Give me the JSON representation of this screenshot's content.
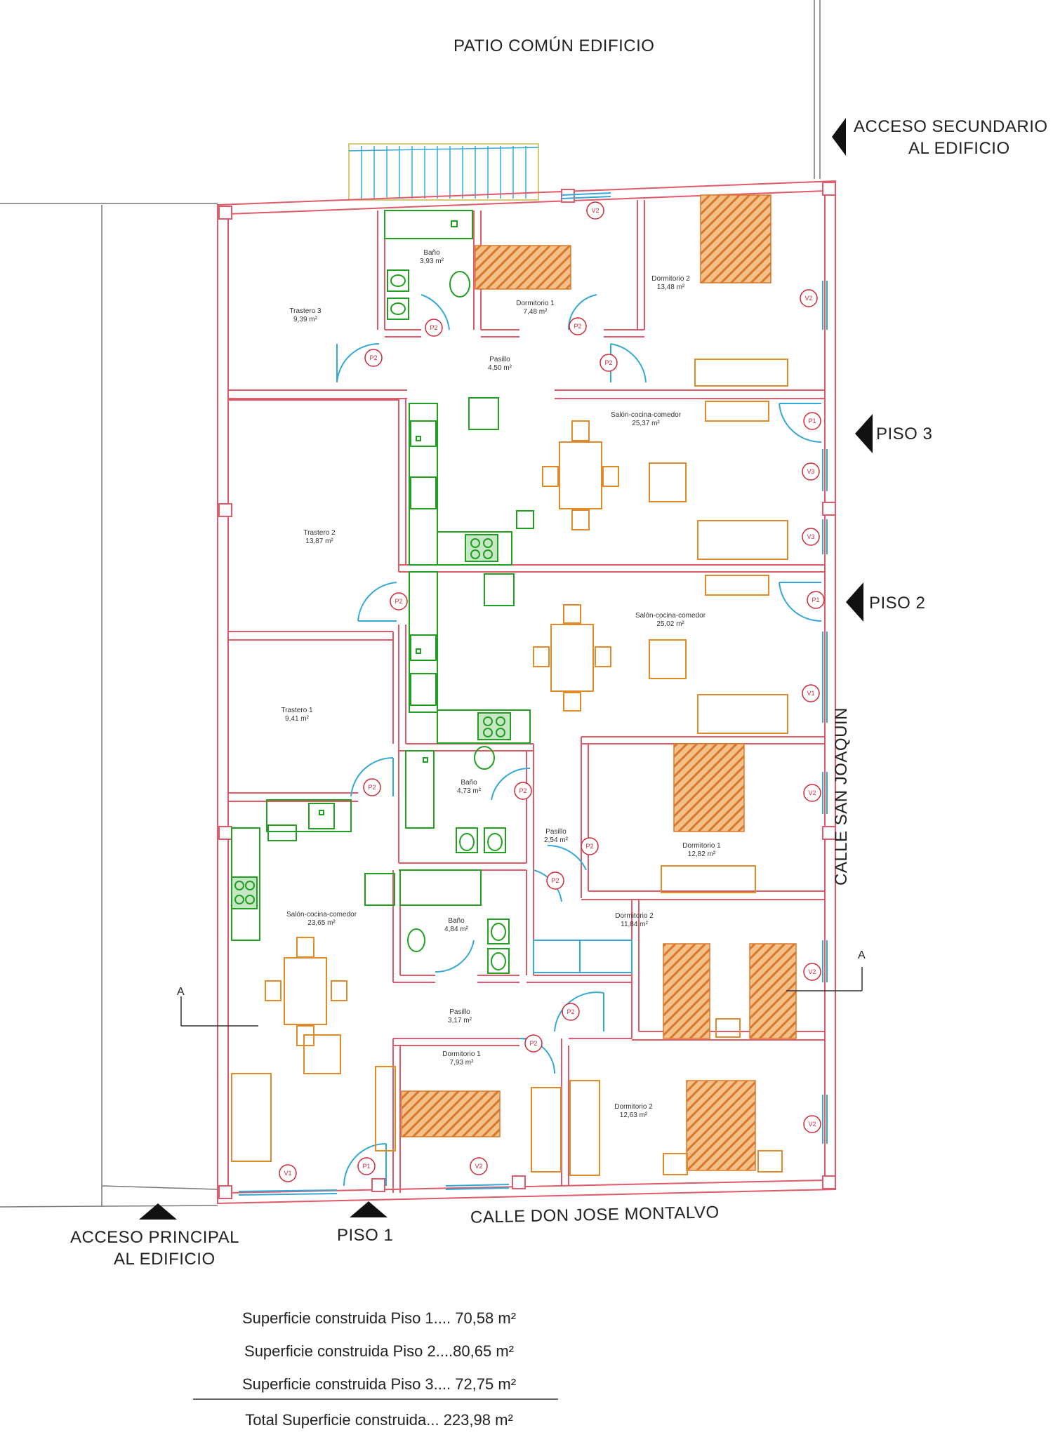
{
  "labels": {
    "patio": "PATIO COMÚN EDIFICIO",
    "acceso_secundario_1": "ACCESO SECUNDARIO",
    "acceso_secundario_2": "AL EDIFICIO",
    "acceso_principal_1": "ACCESO PRINCIPAL",
    "acceso_principal_2": "AL EDIFICIO",
    "piso3": "PISO 3",
    "piso2": "PISO 2",
    "piso1": "PISO 1",
    "calle_san_joaquin": "CALLE SAN JOAQUIN",
    "calle_don_jose": "CALLE DON JOSE MONTALVO",
    "section_a": "A"
  },
  "rooms": [
    {
      "id": "bano-p3",
      "name": "Baño",
      "area": "3,93 m²"
    },
    {
      "id": "trastero-3",
      "name": "Trastero 3",
      "area": "9,39 m²"
    },
    {
      "id": "dormitorio1-p3",
      "name": "Dormitorio 1",
      "area": "7,48 m²"
    },
    {
      "id": "dormitorio2-p3",
      "name": "Dormitorio 2",
      "area": "13,48 m²"
    },
    {
      "id": "pasillo-p3",
      "name": "Pasillo",
      "area": "4,50 m²"
    },
    {
      "id": "salon-p3",
      "name": "Salón-cocina-comedor",
      "area": "25,37 m²"
    },
    {
      "id": "trastero-2",
      "name": "Trastero 2",
      "area": "13,87 m²"
    },
    {
      "id": "salon-p2",
      "name": "Salón-cocina-comedor",
      "area": "25,02 m²"
    },
    {
      "id": "trastero-1",
      "name": "Trastero 1",
      "area": "9,41 m²"
    },
    {
      "id": "bano-p2",
      "name": "Baño",
      "area": "4,73 m²"
    },
    {
      "id": "pasillo-p2",
      "name": "Pasillo",
      "area": "2,54 m²"
    },
    {
      "id": "dormitorio1-p2",
      "name": "Dormitorio 1",
      "area": "12,82 m²"
    },
    {
      "id": "salon-p1",
      "name": "Salón-cocina-comedor",
      "area": "23,65 m²"
    },
    {
      "id": "bano-p1",
      "name": "Baño",
      "area": "4,84 m²"
    },
    {
      "id": "dormitorio2-p2",
      "name": "Dormitorio 2",
      "area": "11,84 m²"
    },
    {
      "id": "pasillo-p1",
      "name": "Pasillo",
      "area": "3,17 m²"
    },
    {
      "id": "dormitorio1-p1",
      "name": "Dormitorio 1",
      "area": "7,93 m²"
    },
    {
      "id": "dormitorio2-p1",
      "name": "Dormitorio 2",
      "area": "12,63 m²"
    }
  ],
  "tags": {
    "p1": "P1",
    "p2": "P2",
    "v1": "V1",
    "v2": "V2",
    "v3": "V3"
  },
  "summary": [
    "Superficie construida Piso 1.... 70,58 m²",
    "Superficie construida Piso 2....80,65 m²",
    "Superficie construida Piso 3.... 72,75 m²"
  ],
  "total": "Total Superficie construida... 223,98 m²",
  "colors": {
    "wall": "#e05a6a",
    "furniture": "#e08a2a",
    "bed_hatch": "#d9782a",
    "sanitary": "#1fa01f",
    "window": "#35a8d8",
    "tag": "#d02a3a"
  }
}
